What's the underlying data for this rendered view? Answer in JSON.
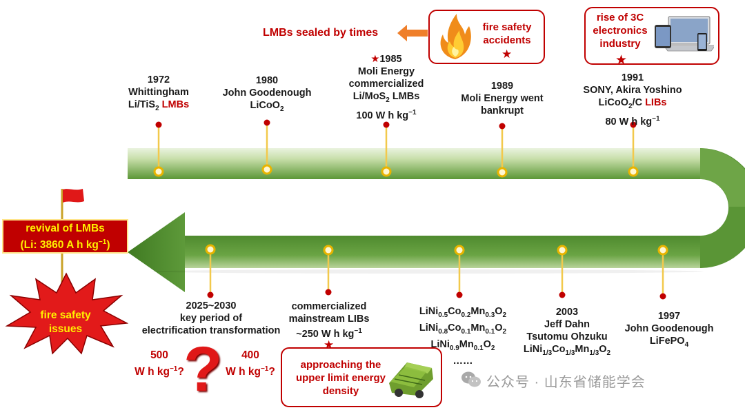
{
  "events_top": [
    {
      "year": "1972",
      "l2": "Whittingham",
      "l3a": "Li/TiS",
      "l3sub": "2",
      "l3red": " LMBs"
    },
    {
      "year": "1980",
      "l2": "John Goodenough",
      "l3a": "LiCoO",
      "l3sub": "2"
    },
    {
      "year": "1985",
      "l2": "Moli Energy",
      "l3": "commercialized",
      "l4a": "Li/MoS",
      "l4sub": "2",
      "l4b": " LMBs",
      "l5": "100 W h kg",
      "l5sup": "−1"
    },
    {
      "year": "1989",
      "l2": "Moli Energy went",
      "l3": "bankrupt"
    },
    {
      "year": "1991",
      "l2": "SONY, Akira Yoshino",
      "l3a": "LiCoO",
      "l3sub": "2",
      "l3b": "/C ",
      "l3red": "LIBs",
      "l4": "80 W h kg",
      "l4sup": "−1"
    }
  ],
  "events_bottom": [
    {
      "year": "1997",
      "l2": "John Goodenough",
      "l3a": "LiFePO",
      "l3sub": "4"
    },
    {
      "year": "2003",
      "l2": "Jeff Dahn",
      "l3": "Tsutomu Ohzuku",
      "l4a": "LiNi",
      "l4s1": "1/3",
      "l4b": "Co",
      "l4s2": "1/3",
      "l4c": "Mn",
      "l4s3": "1/3",
      "l4d": "O",
      "l4s4": "2"
    },
    {
      "ncm1a": "LiNi",
      "ncm1s1": "0.5",
      "ncm1b": "Co",
      "ncm1s2": "0.2",
      "ncm1c": "Mn",
      "ncm1s3": "0.3",
      "ncm1d": "O",
      "ncm1s4": "2",
      "ncm2a": "LiNi",
      "ncm2s1": "0.8",
      "ncm2b": "Co",
      "ncm2s2": "0.1",
      "ncm2c": "Mn",
      "ncm2s3": "0.1",
      "ncm2d": "O",
      "ncm2s4": "2",
      "ncm3a": "LiNi",
      "ncm3s1": "0.9",
      "ncm3b": "Mn",
      "ncm3s2": "0.1",
      "ncm3c": "O",
      "ncm3s3": "2",
      "dots": "……"
    },
    {
      "l1": "commercialized",
      "l2": "mainstream LIBs",
      "l3": "~250 W h kg",
      "l3sup": "−1"
    },
    {
      "l1": "2025~2030",
      "l2": "key period of",
      "l3": "electrification transformation"
    }
  ],
  "callouts": {
    "fire_accidents": {
      "l1": "fire safety",
      "l2": "accidents"
    },
    "sealed": "LMBs sealed by times",
    "rise_3c": {
      "l1": "rise of 3C",
      "l2": "electronics",
      "l3": "industry"
    },
    "upper_limit": {
      "l1": "approaching the",
      "l2": "upper limit energy",
      "l3": "density"
    },
    "revival": {
      "l1": "revival of LMBs",
      "l2a": "(Li: 3860 A h kg",
      "l2sup": "−1",
      "l2b": ")"
    },
    "fire_issues": {
      "l1": "fire safety",
      "l2": "issues"
    },
    "q500": {
      "l1": "500",
      "l2": "W h kg",
      "l2sup": "−1",
      "l2b": "?"
    },
    "q400": {
      "l1": "400",
      "l2": "W h kg",
      "l2sup": "−1",
      "l2b": "?"
    }
  },
  "watermark": "公众号 · 山东省储能学会",
  "colors": {
    "arrow_green": "#5e9a3a",
    "arrow_light": "#c9dfb0",
    "accent_red": "#c00000",
    "pin_yellow": "#f0c020",
    "orange": "#ef7f2a"
  }
}
